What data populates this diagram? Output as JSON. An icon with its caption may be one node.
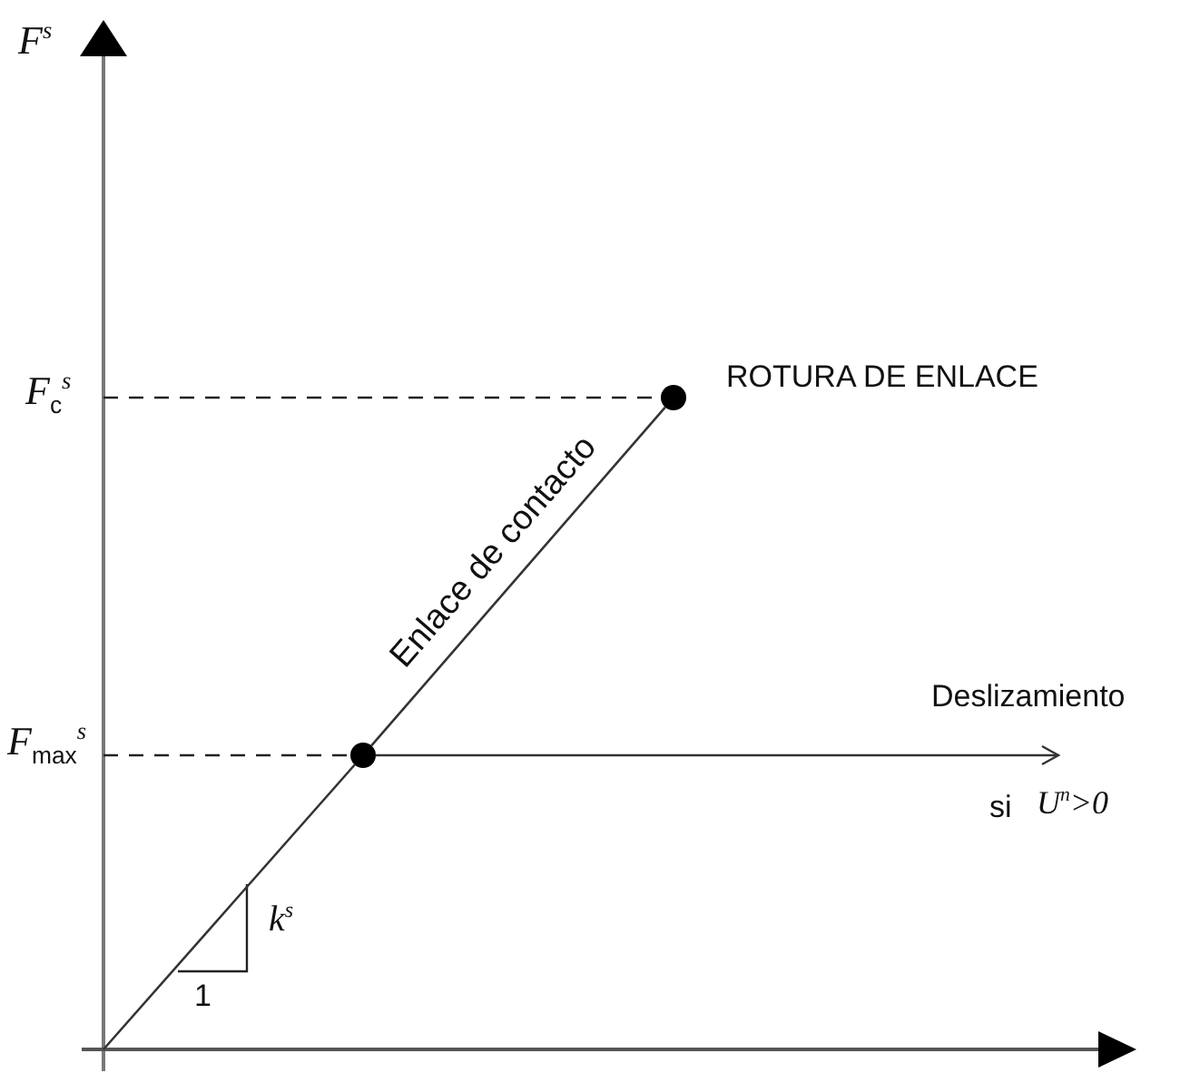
{
  "diagram": {
    "nodes": [
      {
        "text": [],
        "shape": "circle"
      },
      {
        "text": [],
        "shape": "circle",
        "beside": [
          "ROTURA DE ENLACE"
        ]
      }
    ],
    "edges": [
      {
        "from": null,
        "to": 0,
        "arrow": "none"
      },
      {
        "from": 0,
        "to": 1,
        "arrow": "none",
        "label": "Enlace de contacto"
      },
      {
        "from": 0,
        "to": null,
        "arrow": "to"
      }
    ],
    "labels": [
      "F$^{s}$",
      "F$_{c}$$^{s}$",
      "F$_{max}$$^{s}$",
      "Deslizamiento",
      "si",
      "U$^{n}$>0",
      "k$^{s}$",
      "1"
    ]
  }
}
